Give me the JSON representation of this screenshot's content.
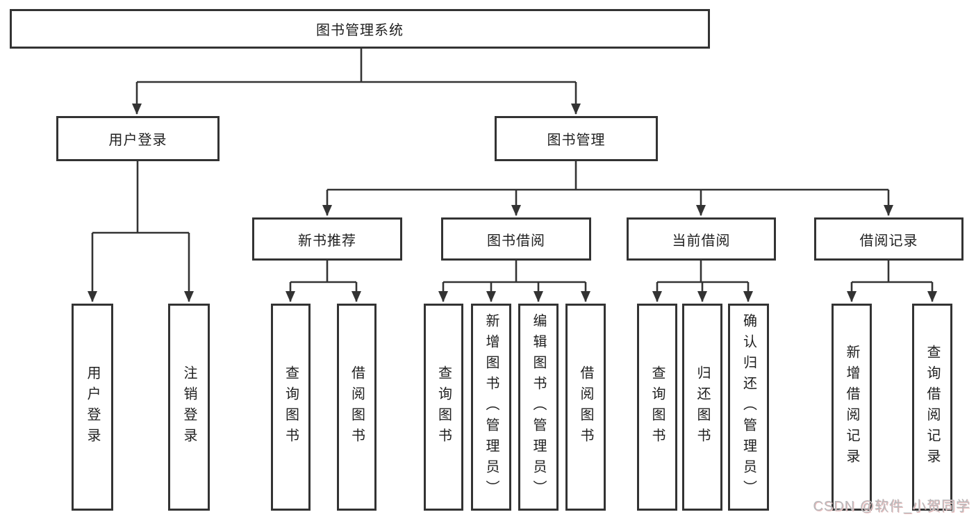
{
  "tree": {
    "label": "图书管理系统",
    "children": [
      {
        "label": "用户登录",
        "children": [
          {
            "label": "用户登录"
          },
          {
            "label": "注销登录"
          }
        ]
      },
      {
        "label": "图书管理",
        "children": [
          {
            "label": "新书推荐",
            "children": [
              {
                "label": "查询图书"
              },
              {
                "label": "借阅图书"
              }
            ]
          },
          {
            "label": "图书借阅",
            "children": [
              {
                "label": "查询图书"
              },
              {
                "label": "新增图书（管理员）"
              },
              {
                "label": "编辑图书（管理员）"
              },
              {
                "label": "借阅图书"
              }
            ]
          },
          {
            "label": "当前借阅",
            "children": [
              {
                "label": "查询图书"
              },
              {
                "label": "归还图书"
              },
              {
                "label": "确认归还（管理员）"
              }
            ]
          },
          {
            "label": "借阅记录",
            "children": [
              {
                "label": "新增借阅记录"
              },
              {
                "label": "查询借阅记录"
              }
            ]
          }
        ]
      }
    ]
  },
  "watermark": {
    "text": "CSDN @软件_小贺同学"
  },
  "colors": {
    "line": "#333333",
    "text": "#1f1f1f",
    "background": "#ffffff",
    "watermark": "#b9b9bb"
  }
}
